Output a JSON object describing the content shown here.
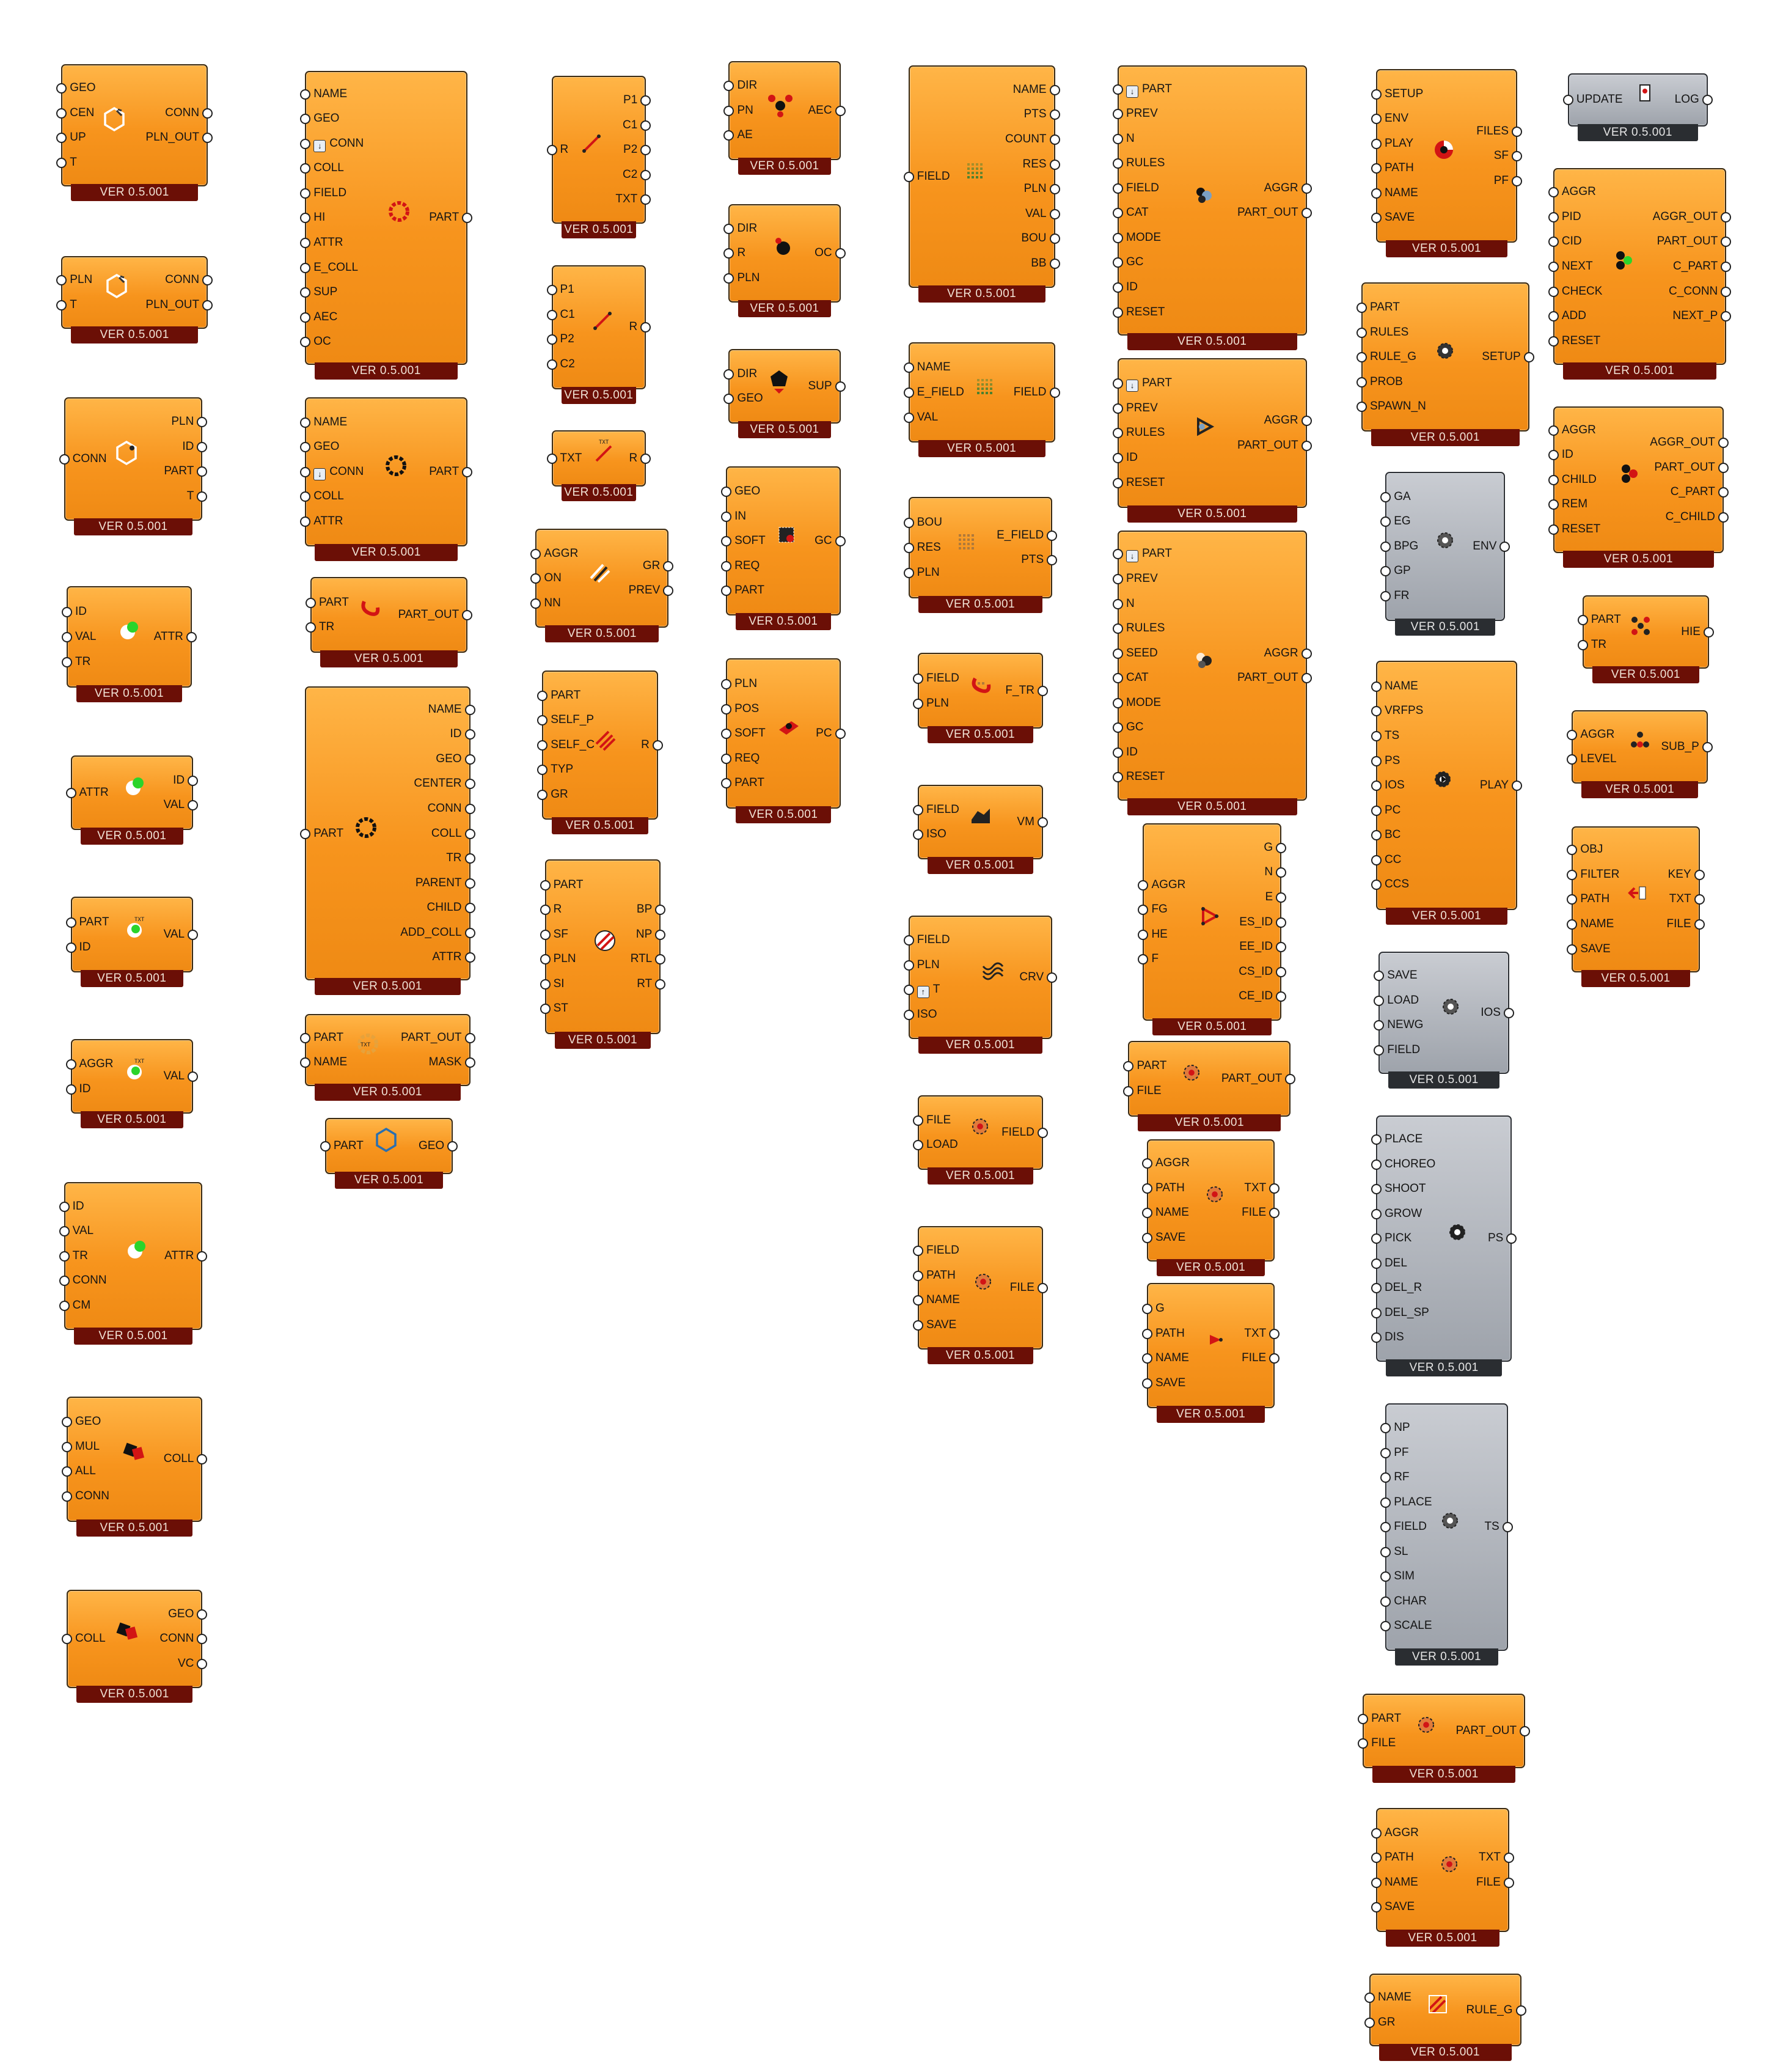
{
  "version_label": "VER 0.5.001",
  "components": [
    {
      "name": "plane-component",
      "theme": "orange",
      "icon": "hexagon-plane-icon",
      "inputs": [
        "GEO",
        "CEN",
        "UP",
        "T"
      ],
      "outputs": [
        "CONN",
        "PLN_OUT"
      ]
    },
    {
      "name": "plane-transform-component",
      "theme": "orange",
      "icon": "hexagon-plane-icon",
      "inputs": [
        "PLN",
        "T"
      ],
      "outputs": [
        "CONN",
        "PLN_OUT"
      ]
    },
    {
      "name": "connection-deconstruct-component",
      "theme": "orange",
      "icon": "hexagon-connection-icon",
      "inputs": [
        "CONN"
      ],
      "outputs": [
        "PLN",
        "ID",
        "PART",
        "T"
      ]
    },
    {
      "name": "attribute-component",
      "theme": "orange",
      "icon": "attribute-node-icon",
      "inputs": [
        "ID",
        "VAL",
        "TR"
      ],
      "outputs": [
        "ATTR"
      ]
    },
    {
      "name": "attribute-deconstruct-component",
      "theme": "orange",
      "icon": "attribute-node-icon",
      "inputs": [
        "ATTR"
      ],
      "outputs": [
        "ID",
        "VAL"
      ]
    },
    {
      "name": "part-value-component",
      "theme": "orange",
      "icon": "text-node-icon",
      "inputs": [
        "PART",
        "ID"
      ],
      "outputs": [
        "VAL"
      ]
    },
    {
      "name": "aggregation-value-component",
      "theme": "orange",
      "icon": "text-node-icon",
      "inputs": [
        "AGGR",
        "ID"
      ],
      "outputs": [
        "VAL"
      ]
    },
    {
      "name": "transformable-attribute-component",
      "theme": "orange",
      "icon": "attribute-node-icon",
      "inputs": [
        "ID",
        "VAL",
        "TR",
        "CONN",
        "CM"
      ],
      "outputs": [
        "ATTR"
      ]
    },
    {
      "name": "collider-component",
      "theme": "orange",
      "icon": "collider-icon",
      "inputs": [
        "GEO",
        "MUL",
        "ALL",
        "CONN"
      ],
      "outputs": [
        "COLL"
      ]
    },
    {
      "name": "collider-deconstruct-component",
      "theme": "orange",
      "icon": "collider-icon",
      "inputs": [
        "COLL"
      ],
      "outputs": [
        "GEO",
        "CONN",
        "VC"
      ]
    },
    {
      "name": "part-component",
      "theme": "orange",
      "icon": "part-ring-red-icon",
      "inputs": [
        "NAME",
        "GEO",
        "CONN",
        "COLL",
        "FIELD",
        "HI",
        "ATTR",
        "E_COLL",
        "SUP",
        "AEC",
        "OC"
      ],
      "outputs": [
        "PART"
      ]
    },
    {
      "name": "basic-part-component",
      "theme": "orange",
      "icon": "part-ring-icon",
      "inputs": [
        "NAME",
        "GEO",
        "CONN",
        "COLL",
        "ATTR"
      ],
      "outputs": [
        "PART"
      ]
    },
    {
      "name": "part-transform-component",
      "theme": "orange",
      "icon": "part-transform-icon",
      "inputs": [
        "PART",
        "TR"
      ],
      "outputs": [
        "PART_OUT"
      ]
    },
    {
      "name": "part-deconstruct-component",
      "theme": "orange",
      "icon": "part-ring-icon",
      "inputs": [
        "PART"
      ],
      "outputs": [
        "NAME",
        "ID",
        "GEO",
        "CENTER",
        "CONN",
        "COLL",
        "TR",
        "PARENT",
        "CHILD",
        "ADD_COLL",
        "ATTR"
      ]
    },
    {
      "name": "part-mask-component",
      "theme": "orange",
      "icon": "text-ring-icon",
      "inputs": [
        "PART",
        "NAME"
      ],
      "outputs": [
        "PART_OUT",
        "MASK"
      ]
    },
    {
      "name": "part-geometry-component",
      "theme": "orange",
      "icon": "hexagon-blue-icon",
      "inputs": [
        "PART"
      ],
      "outputs": [
        "GEO"
      ]
    },
    {
      "name": "rule-deconstruct-component",
      "theme": "orange",
      "icon": "rule-line-icon",
      "inputs": [
        "R"
      ],
      "outputs": [
        "P1",
        "C1",
        "P2",
        "C2",
        "TXT"
      ]
    },
    {
      "name": "rule-component",
      "theme": "orange",
      "icon": "rule-line-icon",
      "inputs": [
        "P1",
        "C1",
        "P2",
        "C2"
      ],
      "outputs": [
        "R"
      ]
    },
    {
      "name": "rule-from-text-component",
      "theme": "orange",
      "icon": "rule-text-icon",
      "inputs": [
        "TXT"
      ],
      "outputs": [
        "R"
      ]
    },
    {
      "name": "rules-from-graph-component",
      "theme": "orange",
      "icon": "graph-rules-icon",
      "inputs": [
        "AGGR",
        "ON",
        "NN"
      ],
      "outputs": [
        "GR",
        "PREV"
      ]
    },
    {
      "name": "rules-generator-component",
      "theme": "orange",
      "icon": "rule-lines-icon",
      "inputs": [
        "PART",
        "SELF_P",
        "SELF_C",
        "TYP",
        "GR"
      ],
      "outputs": [
        "R"
      ]
    },
    {
      "name": "heuristics-component",
      "theme": "orange",
      "icon": "heuristics-icon",
      "inputs": [
        "PART",
        "R",
        "SF",
        "PLN",
        "SI",
        "ST"
      ],
      "outputs": [
        "BP",
        "NP",
        "RTL",
        "RT"
      ]
    },
    {
      "name": "adjacency-constraint-component",
      "theme": "orange",
      "icon": "adjacency-icon",
      "inputs": [
        "DIR",
        "PN",
        "AE"
      ],
      "outputs": [
        "AEC"
      ]
    },
    {
      "name": "orientation-constraint-component",
      "theme": "orange",
      "icon": "orientation-icon",
      "inputs": [
        "DIR",
        "R",
        "PLN"
      ],
      "outputs": [
        "OC"
      ]
    },
    {
      "name": "support-component",
      "theme": "orange",
      "icon": "support-icon",
      "inputs": [
        "DIR",
        "GEO"
      ],
      "outputs": [
        "SUP"
      ]
    },
    {
      "name": "global-constraint-component",
      "theme": "orange",
      "icon": "global-constraint-icon",
      "inputs": [
        "GEO",
        "IN",
        "SOFT",
        "REQ",
        "PART"
      ],
      "outputs": [
        "GC"
      ]
    },
    {
      "name": "plane-constraint-component",
      "theme": "orange",
      "icon": "plane-constraint-icon",
      "inputs": [
        "PLN",
        "POS",
        "SOFT",
        "REQ",
        "PART"
      ],
      "outputs": [
        "PC"
      ]
    },
    {
      "name": "field-deconstruct-component",
      "theme": "orange",
      "icon": "field-grid-icon",
      "inputs": [
        "FIELD"
      ],
      "outputs": [
        "NAME",
        "PTS",
        "COUNT",
        "RES",
        "PLN",
        "VAL",
        "BOU",
        "BB"
      ]
    },
    {
      "name": "field-merge-component",
      "theme": "orange",
      "icon": "field-grid-icon",
      "inputs": [
        "NAME",
        "E_FIELD",
        "VAL"
      ],
      "outputs": [
        "FIELD"
      ]
    },
    {
      "name": "empty-field-component",
      "theme": "orange",
      "icon": "field-empty-icon",
      "inputs": [
        "BOU",
        "RES",
        "PLN"
      ],
      "outputs": [
        "E_FIELD",
        "PTS"
      ]
    },
    {
      "name": "field-transform-component",
      "theme": "orange",
      "icon": "field-transform-icon",
      "inputs": [
        "FIELD",
        "PLN"
      ],
      "outputs": [
        "F_TR"
      ]
    },
    {
      "name": "field-visualize-component",
      "theme": "orange",
      "icon": "field-mesh-icon",
      "inputs": [
        "FIELD",
        "ISO"
      ],
      "outputs": [
        "VM"
      ]
    },
    {
      "name": "field-curves-component",
      "theme": "orange",
      "icon": "field-curves-icon",
      "inputs": [
        "FIELD",
        "PLN",
        "T",
        "ISO"
      ],
      "outputs": [
        "CRV"
      ]
    },
    {
      "name": "field-load-component",
      "theme": "orange",
      "icon": "load-gear-icon",
      "inputs": [
        "FILE",
        "LOAD"
      ],
      "outputs": [
        "FIELD"
      ]
    },
    {
      "name": "field-save-component",
      "theme": "orange",
      "icon": "save-gear-icon",
      "inputs": [
        "FIELD",
        "PATH",
        "NAME",
        "SAVE"
      ],
      "outputs": [
        "FILE"
      ]
    },
    {
      "name": "aggregation-component",
      "theme": "orange",
      "icon": "aggregation-icon",
      "inputs": [
        "PART",
        "PREV",
        "N",
        "RULES",
        "FIELD",
        "CAT",
        "MODE",
        "GC",
        "ID",
        "RESET"
      ],
      "outputs": [
        "AGGR",
        "PART_OUT"
      ]
    },
    {
      "name": "random-aggregation-component",
      "theme": "orange",
      "icon": "aggregation-play-icon",
      "inputs": [
        "PART",
        "PREV",
        "RULES",
        "ID",
        "RESET"
      ],
      "outputs": [
        "AGGR",
        "PART_OUT"
      ]
    },
    {
      "name": "field-aggregation-component",
      "theme": "orange",
      "icon": "aggregation-seed-icon",
      "inputs": [
        "PART",
        "PREV",
        "N",
        "RULES",
        "SEED",
        "CAT",
        "MODE",
        "GC",
        "ID",
        "RESET"
      ],
      "outputs": [
        "AGGR",
        "PART_OUT"
      ]
    },
    {
      "name": "graph-from-aggregation-component",
      "theme": "orange",
      "icon": "graph-triangle-icon",
      "inputs": [
        "AGGR",
        "FG",
        "HE",
        "F"
      ],
      "outputs": [
        "G",
        "N",
        "E",
        "ES_ID",
        "EE_ID",
        "CS_ID",
        "CE_ID"
      ]
    },
    {
      "name": "aggregation-load-component",
      "theme": "orange",
      "icon": "load-gear-icon",
      "inputs": [
        "PART",
        "FILE"
      ],
      "outputs": [
        "PART_OUT"
      ]
    },
    {
      "name": "aggregation-save-component",
      "theme": "orange",
      "icon": "save-gear-icon",
      "inputs": [
        "AGGR",
        "PATH",
        "NAME",
        "SAVE"
      ],
      "outputs": [
        "TXT",
        "FILE"
      ]
    },
    {
      "name": "graph-save-component",
      "theme": "orange",
      "icon": "save-graph-icon",
      "inputs": [
        "G",
        "PATH",
        "NAME",
        "SAVE"
      ],
      "outputs": [
        "TXT",
        "FILE"
      ]
    },
    {
      "name": "setup-export-component",
      "theme": "orange",
      "icon": "setup-export-icon",
      "inputs": [
        "SETUP",
        "ENV",
        "PLAY",
        "PATH",
        "NAME",
        "SAVE"
      ],
      "outputs": [
        "FILES",
        "SF",
        "PF"
      ]
    },
    {
      "name": "play-setup-component",
      "theme": "orange",
      "icon": "setup-gear-icon",
      "inputs": [
        "PART",
        "RULES",
        "RULE_G",
        "PROB",
        "SPAWN_N"
      ],
      "outputs": [
        "SETUP"
      ]
    },
    {
      "name": "environment-component",
      "theme": "grey",
      "icon": "environment-gear-icon",
      "inputs": [
        "GA",
        "EG",
        "BPG",
        "GP",
        "FR"
      ],
      "outputs": [
        "ENV"
      ]
    },
    {
      "name": "play-component",
      "theme": "orange",
      "icon": "play-gear-icon",
      "inputs": [
        "NAME",
        "VRFPS",
        "TS",
        "PS",
        "IOS",
        "PC",
        "BC",
        "CC",
        "CCS"
      ],
      "outputs": [
        "PLAY"
      ]
    },
    {
      "name": "io-settings-component",
      "theme": "grey",
      "icon": "io-gear-icon",
      "inputs": [
        "SAVE",
        "LOAD",
        "NEWG",
        "FIELD"
      ],
      "outputs": [
        "IOS"
      ]
    },
    {
      "name": "player-settings-component",
      "theme": "grey",
      "icon": "player-gear-icon",
      "inputs": [
        "PLACE",
        "CHOREO",
        "SHOOT",
        "GROW",
        "PICK",
        "DEL",
        "DEL_R",
        "DEL_SP",
        "DIS"
      ],
      "outputs": [
        "PS"
      ]
    },
    {
      "name": "tool-settings-component",
      "theme": "grey",
      "icon": "tool-gear-icon",
      "inputs": [
        "NP",
        "PF",
        "RF",
        "PLACE",
        "FIELD",
        "SL",
        "SIM",
        "CHAR",
        "SCALE"
      ],
      "outputs": [
        "TS"
      ]
    },
    {
      "name": "play-part-load-component",
      "theme": "orange",
      "icon": "load-gear-icon",
      "inputs": [
        "PART",
        "FILE"
      ],
      "outputs": [
        "PART_OUT"
      ]
    },
    {
      "name": "play-aggregation-save-component",
      "theme": "orange",
      "icon": "save-gear-icon",
      "inputs": [
        "AGGR",
        "PATH",
        "NAME",
        "SAVE"
      ],
      "outputs": [
        "TXT",
        "FILE"
      ]
    },
    {
      "name": "rule-grammar-component",
      "theme": "orange",
      "icon": "rule-grammar-icon",
      "inputs": [
        "NAME",
        "GR"
      ],
      "outputs": [
        "RULE_G"
      ]
    },
    {
      "name": "log-component",
      "theme": "grey",
      "icon": "log-icon",
      "inputs": [
        "UPDATE"
      ],
      "outputs": [
        "LOG"
      ]
    },
    {
      "name": "aggregation-navigate-component",
      "theme": "orange",
      "icon": "navigate-next-icon",
      "inputs": [
        "AGGR",
        "PID",
        "CID",
        "NEXT",
        "CHECK",
        "ADD",
        "RESET"
      ],
      "outputs": [
        "AGGR_OUT",
        "PART_OUT",
        "C_PART",
        "C_CONN",
        "NEXT_P"
      ]
    },
    {
      "name": "aggregation-remove-component",
      "theme": "orange",
      "icon": "navigate-remove-icon",
      "inputs": [
        "AGGR",
        "ID",
        "CHILD",
        "REM",
        "RESET"
      ],
      "outputs": [
        "AGGR_OUT",
        "PART_OUT",
        "C_PART",
        "C_CHILD"
      ]
    },
    {
      "name": "hierarchical-part-component",
      "theme": "orange",
      "icon": "hierarchy-icon",
      "inputs": [
        "PART",
        "TR"
      ],
      "outputs": [
        "HIE"
      ]
    },
    {
      "name": "sub-parts-component",
      "theme": "orange",
      "icon": "hierarchy-dots-icon",
      "inputs": [
        "AGGR",
        "LEVEL"
      ],
      "outputs": [
        "SUB_P"
      ]
    },
    {
      "name": "export-text-component",
      "theme": "orange",
      "icon": "export-text-icon",
      "inputs": [
        "OBJ",
        "FILTER",
        "PATH",
        "NAME",
        "SAVE"
      ],
      "outputs": [
        "KEY",
        "TXT",
        "FILE"
      ]
    }
  ]
}
